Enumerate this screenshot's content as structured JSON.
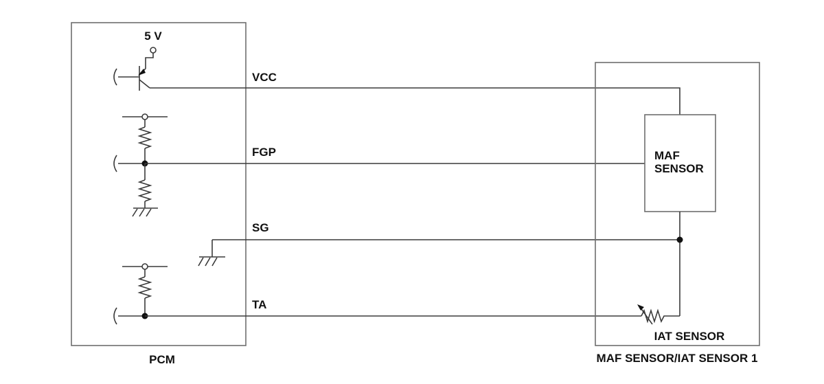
{
  "pcm": {
    "label": "PCM",
    "supply_label": "5 V"
  },
  "signals": {
    "vcc": "VCC",
    "fgp": "FGP",
    "sg": "SG",
    "ta": "TA"
  },
  "sensor_module": {
    "label": "MAF SENSOR/IAT SENSOR 1",
    "maf_label_line1": "MAF",
    "maf_label_line2": "SENSOR",
    "iat_label": "IAT SENSOR"
  }
}
